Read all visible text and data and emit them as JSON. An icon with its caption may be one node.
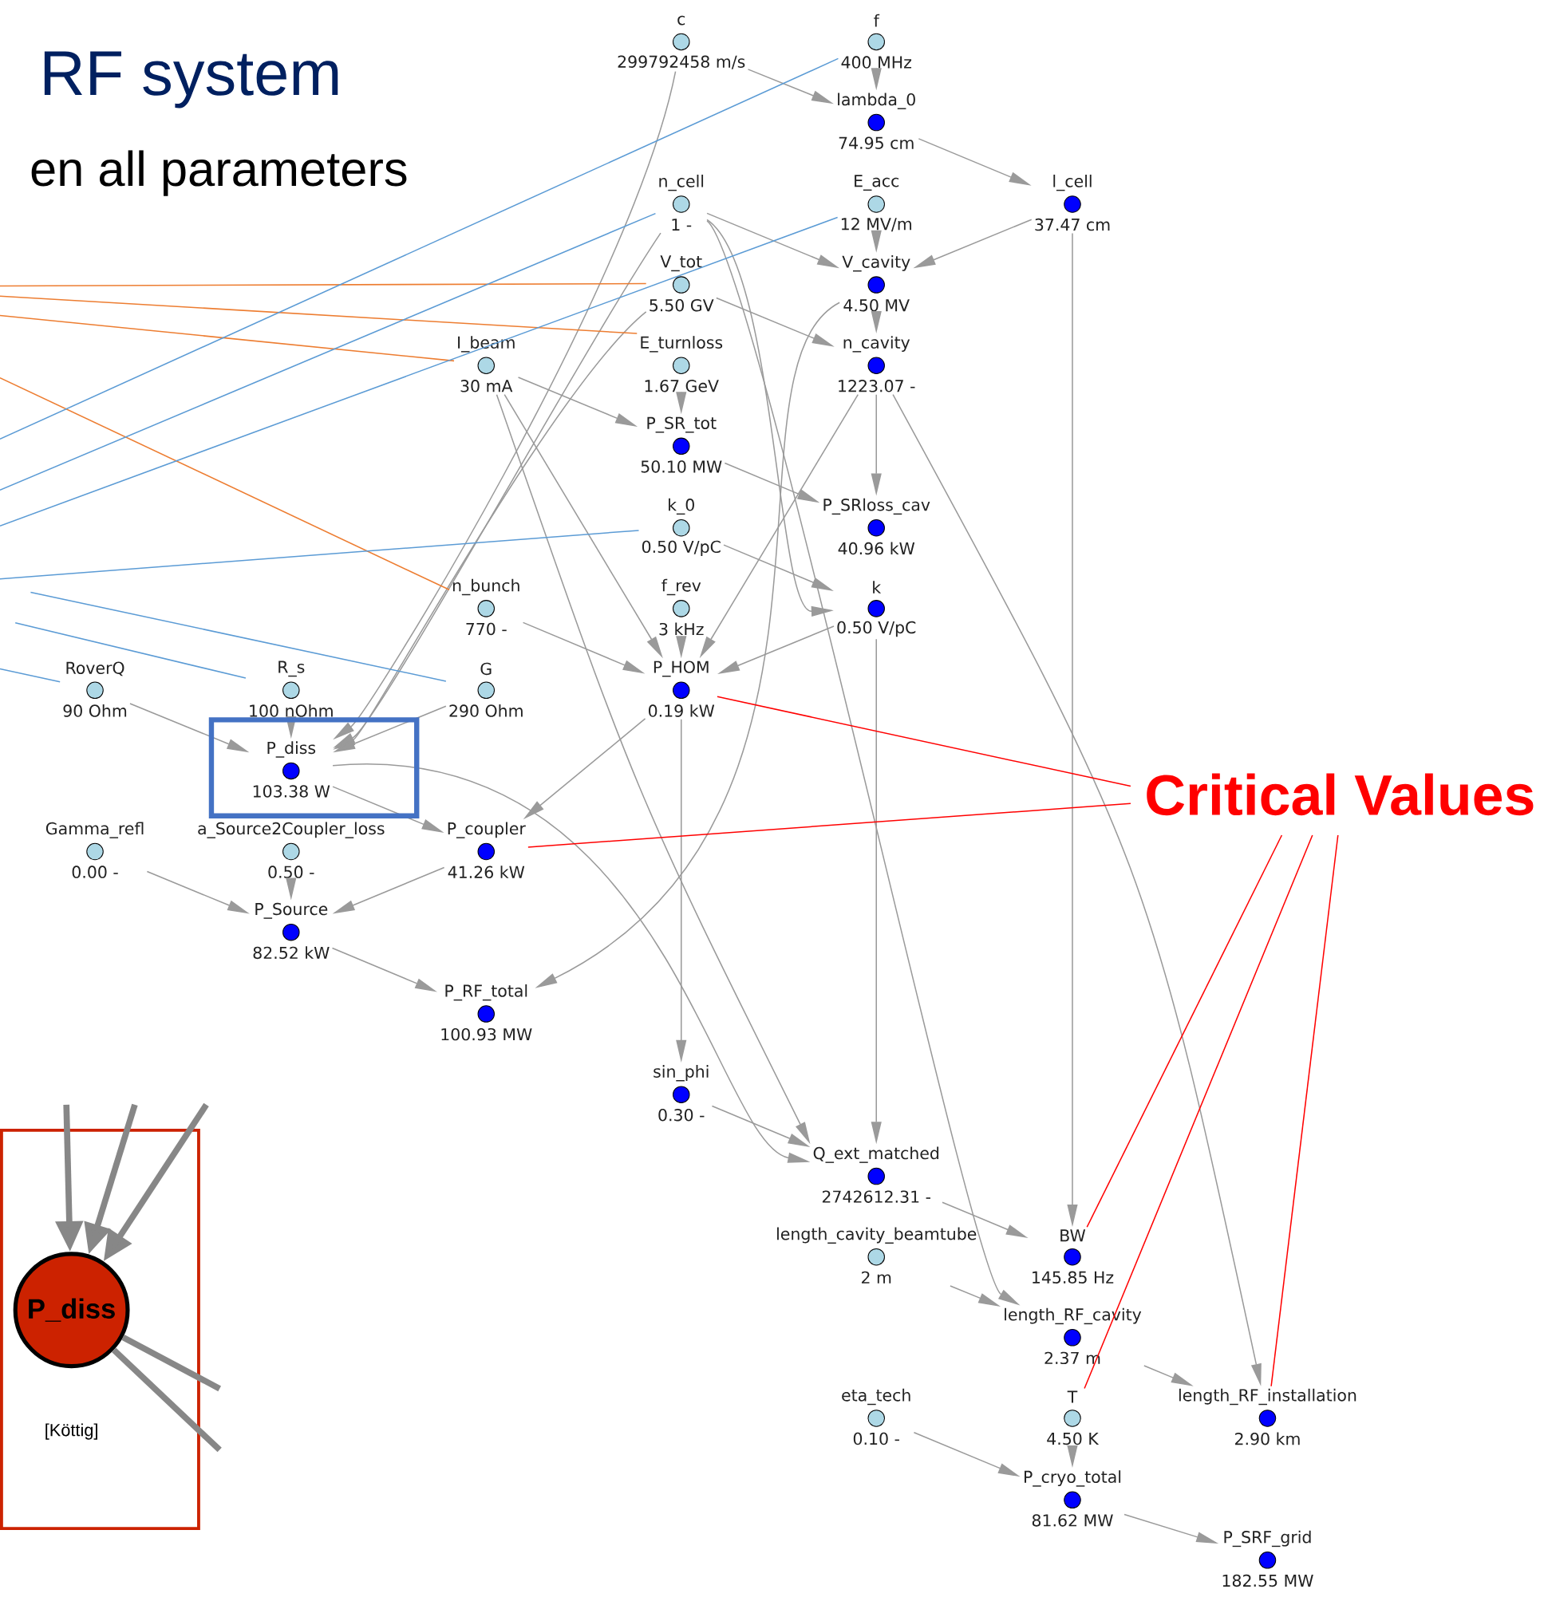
{
  "diagram": {
    "title": "RF system",
    "nodes": [
      {
        "text": [
          "c",
          "299792458 m/s"
        ]
      },
      {
        "text": [
          "f",
          "400 MHz"
        ]
      },
      {
        "text": [
          "lambda_0",
          "74.95 cm"
        ]
      },
      {
        "text": [
          "n_cell",
          "1 -"
        ]
      },
      {
        "text": [
          "E_acc",
          "12 MV/m"
        ]
      },
      {
        "text": [
          "l_cell",
          "37.47 cm"
        ]
      },
      {
        "text": [
          "V_tot",
          "5.50 GV"
        ]
      },
      {
        "text": [
          "V_cavity",
          "4.50 MV"
        ]
      },
      {
        "text": [
          "I_beam",
          "30 mA"
        ]
      },
      {
        "text": [
          "E_turnloss",
          "1.67 GeV"
        ]
      },
      {
        "text": [
          "n_cavity",
          "1223.07 -"
        ]
      },
      {
        "text": [
          "P_SR_tot",
          "50.10 MW"
        ]
      },
      {
        "text": [
          "k_0",
          "0.50 V/pC"
        ]
      },
      {
        "text": [
          "P_SRloss_cav",
          "40.96 kW"
        ]
      },
      {
        "text": [
          "n_bunch",
          "770 -"
        ]
      },
      {
        "text": [
          "f_rev",
          "3 kHz"
        ]
      },
      {
        "text": [
          "k",
          "0.50 V/pC"
        ]
      },
      {
        "text": [
          "RoverQ",
          "90 Ohm"
        ]
      },
      {
        "text": [
          "R_s",
          "100 nOhm"
        ]
      },
      {
        "text": [
          "G",
          "290 Ohm"
        ]
      },
      {
        "text": [
          "P_HOM",
          "0.19 kW"
        ]
      },
      {
        "text": [
          "P_diss",
          "103.38 W"
        ]
      },
      {
        "text": [
          "Gamma_refl",
          "0.00 -"
        ]
      },
      {
        "text": [
          "a_Source2Coupler_loss",
          "0.50 -"
        ]
      },
      {
        "text": [
          "P_coupler",
          "41.26 kW"
        ]
      },
      {
        "text": [
          "P_Source",
          "82.52 kW"
        ]
      },
      {
        "text": [
          "P_RF_total",
          "100.93 MW"
        ]
      },
      {
        "text": [
          "sin_phi",
          "0.30 -"
        ]
      },
      {
        "text": [
          "Q_ext_matched",
          "2742612.31 -"
        ]
      },
      {
        "text": [
          "length_cavity_beamtube",
          "2 m"
        ]
      },
      {
        "text": [
          "BW",
          "145.85 Hz"
        ]
      },
      {
        "text": [
          "length_RF_cavity",
          "2.37 m"
        ]
      },
      {
        "text": [
          "eta_tech",
          "0.10 -"
        ]
      },
      {
        "text": [
          "T",
          "4.50 K"
        ]
      },
      {
        "text": [
          "length_RF_installation",
          "2.90 km"
        ]
      },
      {
        "text": [
          "P_cryo_total",
          "81.62 MW"
        ]
      },
      {
        "text": [
          "P_SRF_grid",
          "182.55 MW"
        ]
      },
      {
        "text": [
          "[Köttig]"
        ]
      },
      {
        "text": [
          "P_diss"
        ],
        "in": 37
      },
      {
        "text": [
          "Critical Values"
        ]
      }
    ],
    "edges": [
      {
        "from": 0,
        "to": 2,
        "arrow": "to"
      },
      {
        "from": 1,
        "to": 2,
        "arrow": "to"
      },
      {
        "from": 2,
        "to": 5,
        "arrow": "to"
      },
      {
        "from": 4,
        "to": 7,
        "arrow": "to"
      },
      {
        "from": 5,
        "to": 7,
        "arrow": "to"
      },
      {
        "from": 3,
        "to": 7,
        "arrow": "to"
      },
      {
        "from": 6,
        "to": 10,
        "arrow": "to"
      },
      {
        "from": 7,
        "to": 10,
        "arrow": "to"
      },
      {
        "from": 8,
        "to": 11,
        "arrow": "to"
      },
      {
        "from": 9,
        "to": 11,
        "arrow": "to"
      },
      {
        "from": 11,
        "to": 13,
        "arrow": "to"
      },
      {
        "from": 10,
        "to": 13,
        "arrow": "to"
      },
      {
        "from": 12,
        "to": 16,
        "arrow": "to"
      },
      {
        "from": 3,
        "to": 16,
        "arrow": "to"
      },
      {
        "from": 14,
        "to": 20,
        "arrow": "to"
      },
      {
        "from": 15,
        "to": 20,
        "arrow": "to"
      },
      {
        "from": 8,
        "to": 20,
        "arrow": "to"
      },
      {
        "from": 16,
        "to": 20,
        "arrow": "to"
      },
      {
        "from": 10,
        "to": 20,
        "arrow": "to"
      },
      {
        "from": 0,
        "to": 21,
        "arrow": "to"
      },
      {
        "from": 3,
        "to": 21,
        "arrow": "to"
      },
      {
        "from": 6,
        "to": 21,
        "arrow": "to"
      },
      {
        "from": 17,
        "to": 21,
        "arrow": "to"
      },
      {
        "from": 18,
        "to": 21,
        "arrow": "to"
      },
      {
        "from": 19,
        "to": 21,
        "arrow": "to"
      },
      {
        "from": 21,
        "to": 24,
        "arrow": "to"
      },
      {
        "from": 20,
        "to": 24,
        "arrow": "to"
      },
      {
        "from": 22,
        "to": 25,
        "arrow": "to"
      },
      {
        "from": 23,
        "to": 25,
        "arrow": "to"
      },
      {
        "from": 24,
        "to": 25,
        "arrow": "to"
      },
      {
        "from": 25,
        "to": 26,
        "arrow": "to"
      },
      {
        "from": 7,
        "to": 26,
        "arrow": "to"
      },
      {
        "from": 20,
        "to": 27,
        "arrow": "to"
      },
      {
        "from": 27,
        "to": 28,
        "arrow": "to"
      },
      {
        "from": 8,
        "to": 28,
        "arrow": "to"
      },
      {
        "from": 16,
        "to": 28,
        "arrow": "to"
      },
      {
        "from": 21,
        "to": 28,
        "arrow": "to"
      },
      {
        "from": 28,
        "to": 30,
        "arrow": "to"
      },
      {
        "from": 5,
        "to": 30,
        "arrow": "to"
      },
      {
        "from": 3,
        "to": 31,
        "arrow": "to"
      },
      {
        "from": 29,
        "to": 31,
        "arrow": "to"
      },
      {
        "from": 31,
        "to": 34,
        "arrow": "to"
      },
      {
        "from": 10,
        "to": 34,
        "arrow": "to"
      },
      {
        "from": 32,
        "to": 35,
        "arrow": "to"
      },
      {
        "from": 33,
        "to": 35,
        "arrow": "to"
      },
      {
        "from": 35,
        "to": 36,
        "arrow": "to"
      },
      {
        "from": null,
        "to": 6,
        "arrow": "none",
        "color": "#ed7d31"
      },
      {
        "from": null,
        "to": 9,
        "arrow": "none",
        "color": "#ed7d31"
      },
      {
        "from": null,
        "to": 8,
        "arrow": "none",
        "color": "#ed7d31"
      },
      {
        "from": null,
        "to": 14,
        "arrow": "none",
        "color": "#ed7d31"
      },
      {
        "from": null,
        "to": 1,
        "arrow": "none",
        "color": "#5b9bd5"
      },
      {
        "from": null,
        "to": 3,
        "arrow": "none",
        "color": "#5b9bd5"
      },
      {
        "from": null,
        "to": 4,
        "arrow": "none",
        "color": "#5b9bd5"
      },
      {
        "from": null,
        "to": 12,
        "arrow": "none",
        "color": "#5b9bd5"
      },
      {
        "from": null,
        "to": 19,
        "arrow": "none",
        "color": "#5b9bd5"
      },
      {
        "from": null,
        "to": 18,
        "arrow": "none",
        "color": "#5b9bd5"
      },
      {
        "from": null,
        "to": 17,
        "arrow": "none",
        "color": "#5b9bd5"
      },
      {
        "from": 39,
        "to": 20,
        "arrow": "none",
        "color": "#ff0000"
      },
      {
        "from": 39,
        "to": 24,
        "arrow": "none",
        "color": "#ff0000"
      },
      {
        "from": 39,
        "to": 30,
        "arrow": "none",
        "color": "#ff0000"
      },
      {
        "from": 39,
        "to": 33,
        "arrow": "none",
        "color": "#ff0000"
      },
      {
        "from": 39,
        "to": 34,
        "arrow": "none",
        "color": "#ff0000"
      },
      {
        "from": null,
        "to": 38,
        "arrow": "to",
        "style": "thick"
      },
      {
        "from": null,
        "to": 38,
        "arrow": "to",
        "style": "thick"
      },
      {
        "from": null,
        "to": 38,
        "arrow": "to",
        "style": "thick"
      },
      {
        "from": 38,
        "to": null,
        "arrow": "none",
        "style": "thick"
      },
      {
        "from": 38,
        "to": null,
        "arrow": "none",
        "style": "thick"
      }
    ],
    "labels": [
      "en all parameters"
    ]
  }
}
